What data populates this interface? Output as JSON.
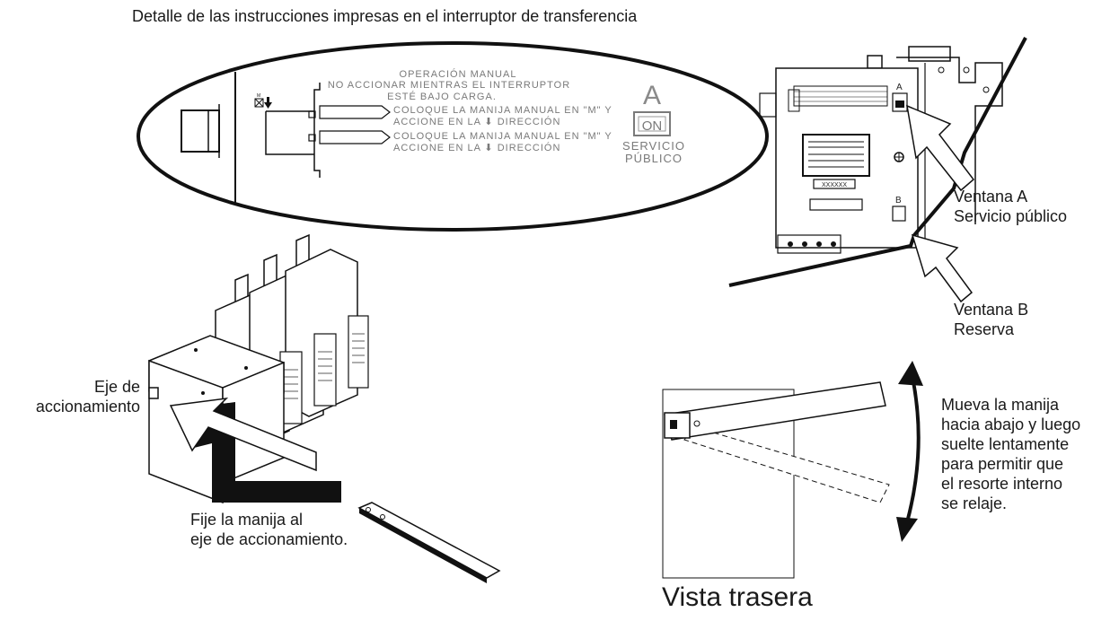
{
  "title": "Detalle de las instrucciones impresas en el interruptor de transferencia",
  "panel": {
    "heading": "OPERACIÓN MANUAL",
    "warning_line1": "NO ACCIONAR MIENTRAS EL INTERRUPTOR",
    "warning_line2": "ESTÉ BAJO CARGA.",
    "instr_line1": "COLOQUE LA MANIJA MANUAL EN \"M\" Y",
    "instr_line2": "ACCIONE EN LA ⬇ DIRECCIÓN",
    "position_letter": "A",
    "position_state": "ON",
    "position_name_line1": "SERVICIO",
    "position_name_line2": "PÚBLICO",
    "marker": "M"
  },
  "callouts": {
    "window_a_line1": "Ventana A",
    "window_a_line2": "Servicio público",
    "window_b_line1": "Ventana B",
    "window_b_line2": "Reserva",
    "shaft_line1": "Eje de",
    "shaft_line2": "accionamiento",
    "attach_line1": "Fije la manija al",
    "attach_line2": "eje de accionamiento.",
    "move_lines": [
      "Mueva la manija",
      "hacia abajo y luego",
      "suelte lentamente",
      "para permitir que",
      "el resorte interno",
      "se relaje."
    ],
    "rear_view": "Vista trasera"
  },
  "switch_labels": {
    "window_letter_a": "A",
    "window_letter_b": "B",
    "plate_text": "XXXXXX"
  },
  "colors": {
    "ink": "#1a1a1a",
    "label_grey": "#7a7a7a"
  }
}
